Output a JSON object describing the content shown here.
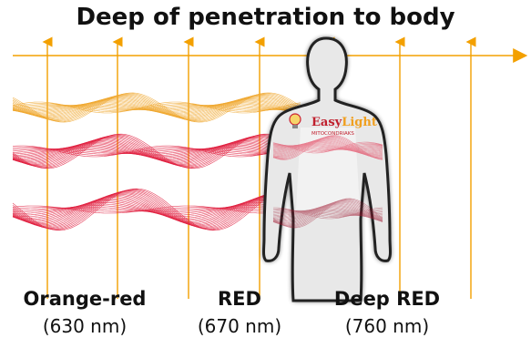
{
  "title": "Deep of penetration to body",
  "logo": {
    "text_part1": "Easy",
    "text_part2": "Light",
    "subtitle": "MITOCONDRIAKS"
  },
  "labels": [
    {
      "name": "Orange-red",
      "wavelength": "(630 nm)"
    },
    {
      "name": "RED",
      "wavelength": "(670 nm)"
    },
    {
      "name": "Deep RED",
      "wavelength": "(760 nm)"
    }
  ],
  "colors": {
    "orange": "#f0a830",
    "red": "#e02040",
    "deep_red": "#a01830",
    "grid": "#f3a000"
  },
  "icons": [
    "body-silhouette",
    "light-bulb-icon"
  ]
}
